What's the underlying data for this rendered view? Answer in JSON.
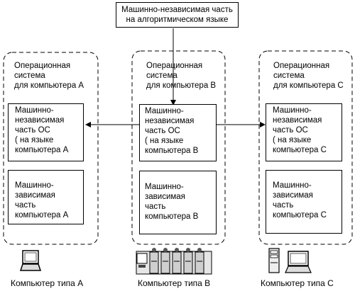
{
  "top_box": {
    "line1": "Машинно-независимая часть",
    "line2": "на алгоритмическом языке"
  },
  "columns": [
    {
      "id": "a",
      "os_label": [
        "Операционная",
        "система",
        "для компьютера А"
      ],
      "independent": [
        "Машинно-",
        "независимая",
        "часть ОС",
        "( на языке",
        "компьютера А"
      ],
      "dependent": [
        "Машинно-",
        "зависимая",
        "часть",
        "компьютера А"
      ],
      "caption": "Компьютер типа А",
      "icon": "laptop-icon"
    },
    {
      "id": "b",
      "os_label": [
        "Операционная",
        "система",
        "для компьютера В"
      ],
      "independent": [
        "Машинно-",
        "независимая",
        "часть ОС",
        "( на языке",
        "компьютера В"
      ],
      "dependent": [
        "Машинно-",
        "зависимая",
        "часть",
        "компьютера В"
      ],
      "caption": "Компьютер типа В",
      "icon": "rack-server-icon"
    },
    {
      "id": "c",
      "os_label": [
        "Операционная",
        "система",
        "для компьютера С"
      ],
      "independent": [
        "Машинно-",
        "независимая",
        "часть ОС",
        "( на языке",
        "компьютера С"
      ],
      "dependent": [
        "Машинно-",
        "зависимая",
        "часть",
        "компьютера С"
      ],
      "caption": "Компьютер типа С",
      "icon": "tower-and-laptop-icon"
    }
  ]
}
